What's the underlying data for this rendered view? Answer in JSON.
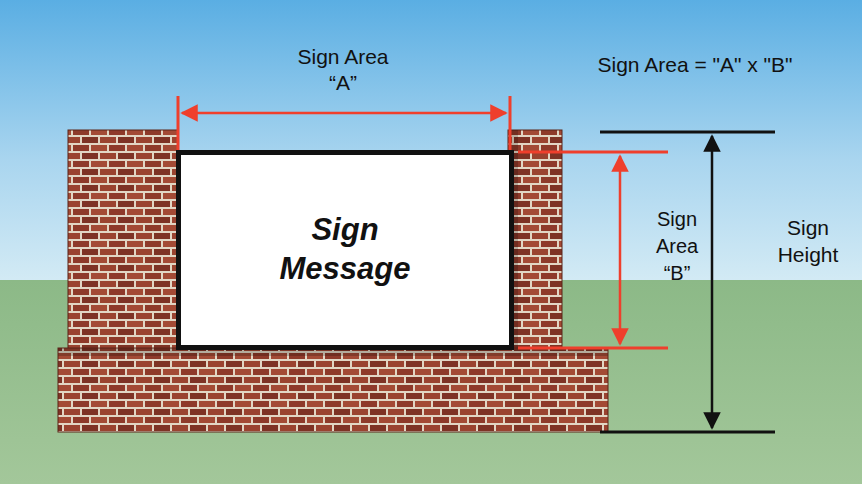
{
  "diagram": {
    "nodes": [
      {
        "text": [
          "Sign Message"
        ]
      }
    ],
    "labels": [
      "Sign Area “A”",
      "Sign Area = \"A\" x \"B\"",
      "Sign Area “B”",
      "Sign Height"
    ]
  }
}
